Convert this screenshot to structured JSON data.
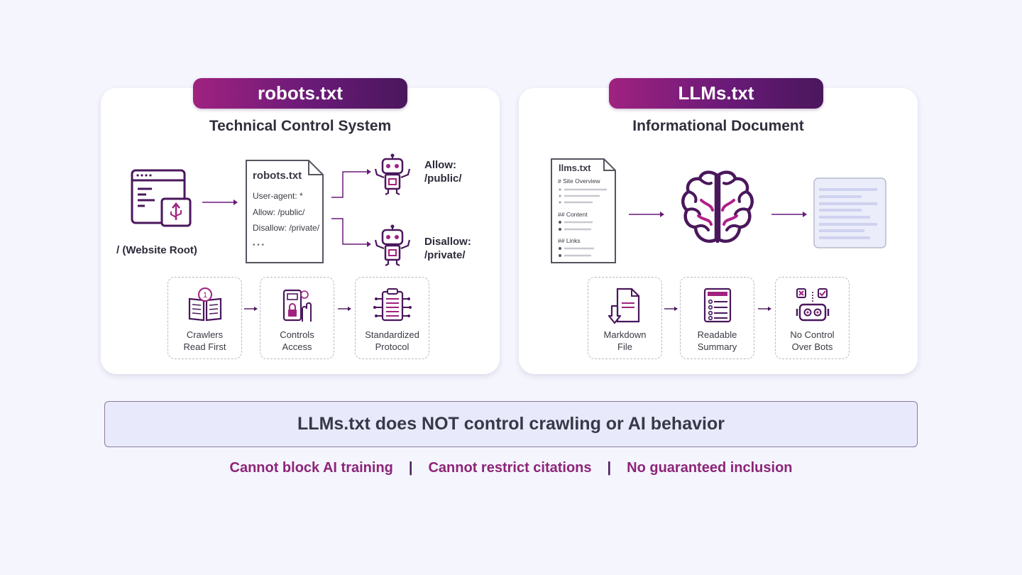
{
  "robots": {
    "title": "robots.txt",
    "subtitle": "Technical Control System",
    "root_label": "/ (Website Root)",
    "file": {
      "name": "robots.txt",
      "line1": "User-agent: *",
      "line2": "Allow: /public/",
      "line3": "Disallow: /private/",
      "dots": "• • •"
    },
    "allow": {
      "label": "Allow:",
      "path": "/public/"
    },
    "disallow": {
      "label": "Disallow:",
      "path": "/private/"
    },
    "features": [
      {
        "line1": "Crawlers",
        "line2": "Read First"
      },
      {
        "line1": "Controls",
        "line2": "Access"
      },
      {
        "line1": "Standardized",
        "line2": "Protocol"
      }
    ]
  },
  "llms": {
    "title": "LLMs.txt",
    "subtitle": "Informational Document",
    "file": {
      "name": "llms.txt",
      "section1": "# Site Overview",
      "section2": "## Content",
      "section3": "## Links"
    },
    "features": [
      {
        "line1": "Markdown",
        "line2": "File"
      },
      {
        "line1": "Readable",
        "line2": "Summary"
      },
      {
        "line1": "No Control",
        "line2": "Over Bots"
      }
    ]
  },
  "notice": "LLMs.txt does NOT control crawling or AI behavior",
  "limitations": [
    "Cannot block AI training",
    "Cannot restrict citations",
    "No guaranteed inclusion"
  ],
  "separator": "|",
  "colors": {
    "accent": "#a02280",
    "dark_purple": "#4a175c",
    "text": "#2b2b3a"
  }
}
